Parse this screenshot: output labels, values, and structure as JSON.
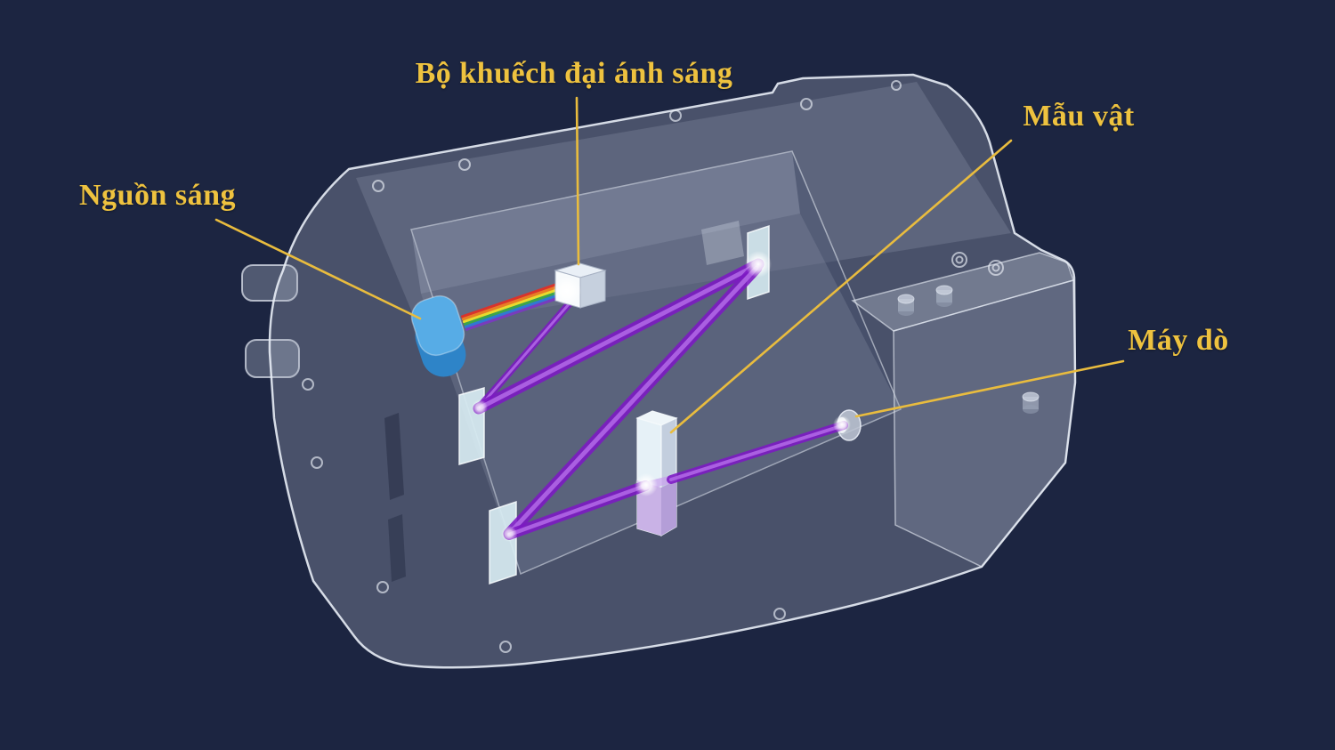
{
  "colors": {
    "background": "#1c2541",
    "label": "#eec23f",
    "leader_line": "#e9bc3e",
    "laser_beam": "#7d18c4",
    "light_source_blue": "#4ea6e4",
    "machine_body_gray": "#b2bac8",
    "sample_liquid": "#c9b2e6"
  },
  "labels": {
    "amplifier": "Bộ khuếch đại ánh sáng",
    "specimen": "Mẫu vật",
    "light_source": "Nguồn sáng",
    "detector": "Máy dò"
  }
}
